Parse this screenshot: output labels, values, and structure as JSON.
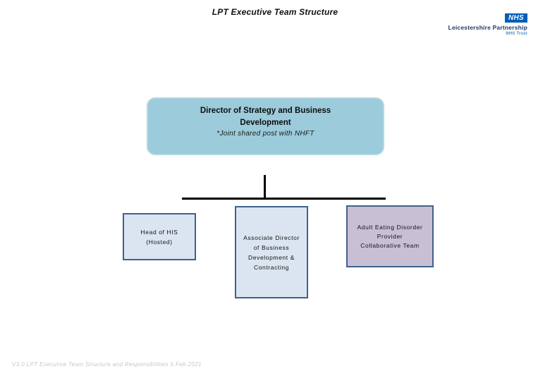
{
  "page": {
    "title": "LPT Executive Team Structure",
    "footer": "V3.0 LPT Executive Team Structure and Responsibilities 5 Feb 2021"
  },
  "logo": {
    "nhs": "NHS",
    "org": "Leicestershire Partnership",
    "sub": "NHS Trust"
  },
  "org_chart": {
    "root": {
      "title": "Director of Strategy and Business\nDevelopment",
      "note": "*Joint shared post with NHFT"
    },
    "children": [
      {
        "label": "Head of HIS\n(Hosted)"
      },
      {
        "label": "Associate Director\nof Business\nDevelopment &\nContracting"
      },
      {
        "label": "Adult Eating Disorder\nProvider\nCollaborative Team"
      }
    ]
  },
  "colors": {
    "nhs_blue": "#005EB8",
    "trust_name_blue": "#1E3A68",
    "trust_type_blue": "#4D8BC9",
    "root_fill": "#9CCBDB",
    "root_border": "#B3D8E4",
    "child_fill": "#DBE5F1",
    "child_border": "#40618D",
    "collab_fill": "#C8BFD5",
    "line_black": "#000000",
    "footer_gray": "#C6C6C6"
  }
}
